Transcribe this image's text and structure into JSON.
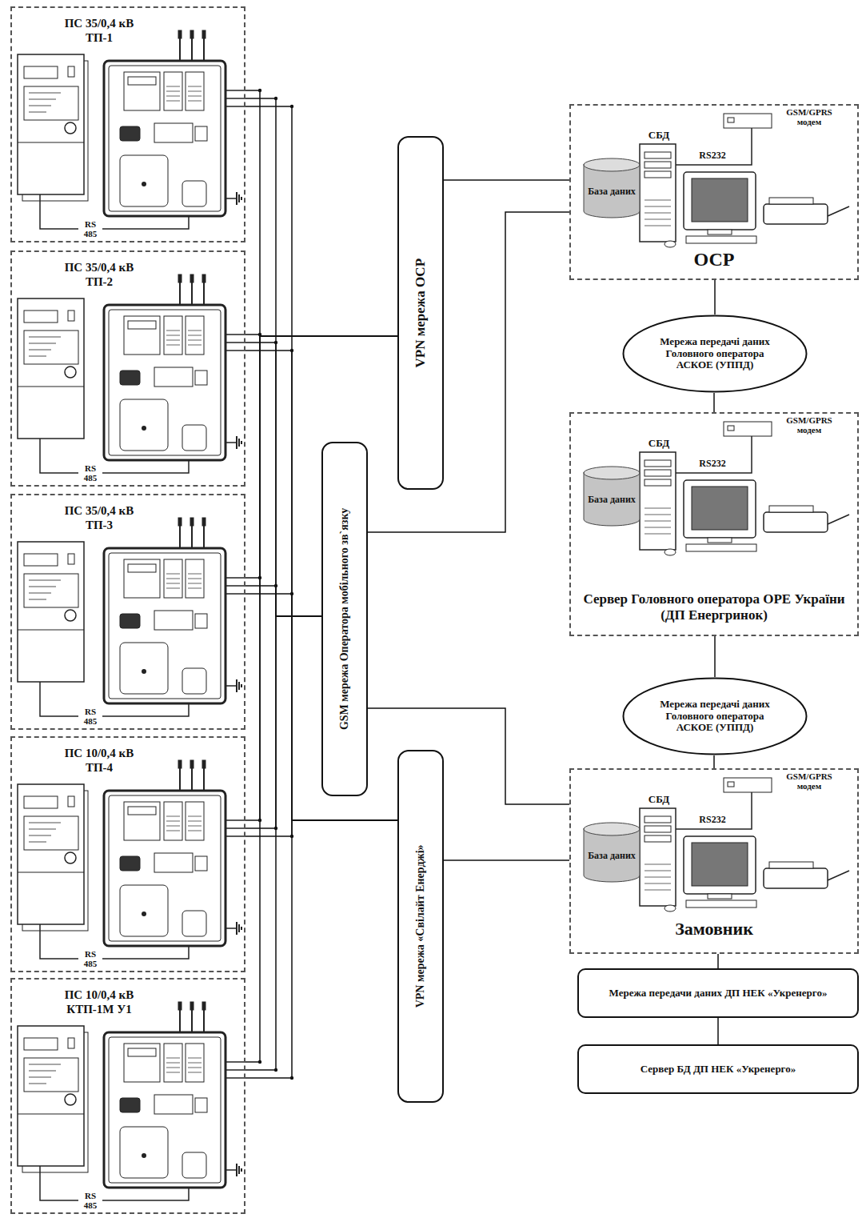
{
  "diagram": {
    "nodes": [
      {
        "text": [
          "ПС 35/0,4 кВ ТП-1"
        ]
      },
      {
        "text": [
          "ПС 35/0,4 кВ ТП-2"
        ]
      },
      {
        "text": [
          "ПС 35/0,4 кВ ТП-3"
        ]
      },
      {
        "text": [
          "ПС 10/0,4 кВ ТП-4"
        ]
      },
      {
        "text": [
          "ПС 10/0,4 кВ КТП-1М У1"
        ]
      },
      {
        "text": [
          "VPN мережа ОСР"
        ]
      },
      {
        "text": [
          "GSM мережа Оператора мобільного зв`язку"
        ]
      },
      {
        "text": [
          "VPN мережа «Свілайт Енерджі»"
        ]
      },
      {
        "text": [
          "ОСР"
        ]
      },
      {
        "text": [
          "База даних"
        ],
        "in": 8
      },
      {
        "text": [
          "Мережа передачі даних Головного оператора АСКОЕ (УППД)"
        ]
      },
      {
        "text": [
          "Сервер Головного оператора ОРЕ України (ДП Енергринок)"
        ]
      },
      {
        "text": [
          "База даних"
        ],
        "in": 11
      },
      {
        "text": [
          "Мережа передачі даних Головного оператора АСКОЕ (УППД)"
        ]
      },
      {
        "text": [
          "Замовник"
        ]
      },
      {
        "text": [
          "База даних"
        ],
        "in": 14
      },
      {
        "text": [
          "Мережа передачи даних ДП НЕК «Укренерго»"
        ]
      },
      {
        "text": [
          "Сервер БД ДП НЕК «Укренерго»"
        ]
      }
    ],
    "edges": [
      {
        "from": 0,
        "to": 5,
        "arrow": "none"
      },
      {
        "from": 0,
        "to": 6,
        "arrow": "none"
      },
      {
        "from": 0,
        "to": 7,
        "arrow": "none"
      },
      {
        "from": 1,
        "to": 5,
        "arrow": "none"
      },
      {
        "from": 1,
        "to": 6,
        "arrow": "none"
      },
      {
        "from": 1,
        "to": 7,
        "arrow": "none"
      },
      {
        "from": 2,
        "to": 5,
        "arrow": "none"
      },
      {
        "from": 2,
        "to": 6,
        "arrow": "none"
      },
      {
        "from": 2,
        "to": 7,
        "arrow": "none"
      },
      {
        "from": 3,
        "to": 5,
        "arrow": "none"
      },
      {
        "from": 3,
        "to": 6,
        "arrow": "none"
      },
      {
        "from": 3,
        "to": 7,
        "arrow": "none"
      },
      {
        "from": 4,
        "to": 5,
        "arrow": "none"
      },
      {
        "from": 4,
        "to": 6,
        "arrow": "none"
      },
      {
        "from": 4,
        "to": 7,
        "arrow": "none"
      },
      {
        "from": 5,
        "to": 8,
        "arrow": "none"
      },
      {
        "from": 6,
        "to": 8,
        "arrow": "none"
      },
      {
        "from": 6,
        "to": 14,
        "arrow": "none"
      },
      {
        "from": 7,
        "to": 14,
        "arrow": "none"
      },
      {
        "from": 8,
        "to": 10,
        "arrow": "none"
      },
      {
        "from": 10,
        "to": 11,
        "arrow": "none"
      },
      {
        "from": 11,
        "to": 13,
        "arrow": "none"
      },
      {
        "from": 13,
        "to": 14,
        "arrow": "none"
      },
      {
        "from": 14,
        "to": 16,
        "arrow": "none"
      },
      {
        "from": 16,
        "to": 17,
        "arrow": "none"
      }
    ],
    "labels": [
      "RS 485",
      "RS 485",
      "RS 485",
      "RS 485",
      "RS 485",
      "СБД",
      "RS232",
      "GSM/GPRS модем",
      "СБД",
      "RS232",
      "GSM/GPRS модем",
      "СБД",
      "RS232",
      "GSM/GPRS модем"
    ]
  }
}
